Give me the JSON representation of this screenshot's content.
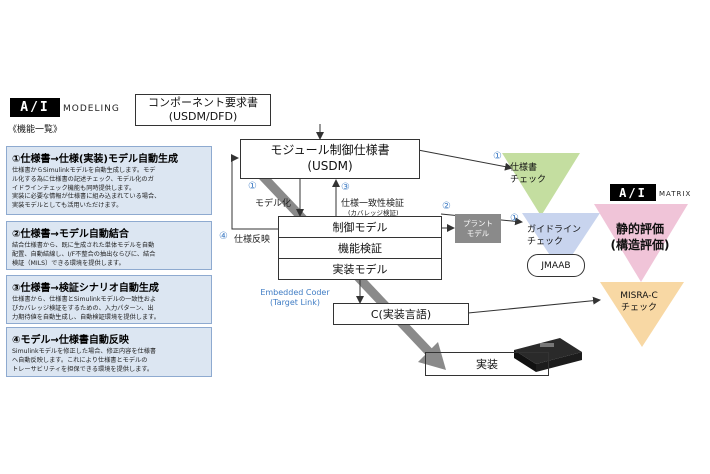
{
  "left": {
    "logo": "A/I",
    "modeling_caption": "Modeling",
    "subtitle": "《機能一覧》",
    "panels": [
      {
        "title": "①仕様書→仕様(実装)モデル自動生成",
        "lines": [
          "仕様書からSimulinkモデルを自動生成します。モデ",
          "ル化する為に仕様書の記述チェック、モデル化のガ",
          "イドラインチェック機能も同時提供します。",
          "実装に必要な情報が仕様書に組み込まれている場合、",
          "実装モデルとしても活用いただけます。"
        ]
      },
      {
        "title": "②仕様書→モデル自動結合",
        "lines": [
          "結合仕様書から、既に生成された単体モデルを自動",
          "配置、自動結線し、I/F不整合の抽出ならびに、結合",
          "検証（MILS）できる環境を提供します。"
        ]
      },
      {
        "title": "③仕様書→検証シナリオ自動生成",
        "lines": [
          "仕様書から、仕様書とSimulinkモデルの一致性およ",
          "びカバレッジ検証をするための、入力パターン、出",
          "力期待値を自動生成し、自動検証環境を提供します。"
        ]
      },
      {
        "title": "④モデル→仕様書自動反映",
        "lines": [
          "Simulinkモデルを修正した場合、修正内容を仕様書",
          "へ自動反映します。これにより仕様書とモデルの",
          "トレーサビリティを担保できる環境を提供します。"
        ]
      }
    ]
  },
  "flow": {
    "component_req": [
      "コンポーネント要求書",
      "(USDM/DFD)"
    ],
    "module_spec": [
      "モジュール制御仕様書",
      "(USDM)"
    ],
    "n1": "①",
    "modeling_label": "モデル化",
    "n3": "③",
    "consistency_label": "仕様一致性検証",
    "coverage_label": "(カバレッジ検証)",
    "n4": "④",
    "spec_reflect_label": "仕様反映",
    "control_model": "制御モデル",
    "function_verify": "機能検証",
    "impl_model": "実装モデル",
    "embedded_coder": [
      "Embedded Coder",
      "(Target Link)"
    ],
    "c_lang": "C(実装言語)",
    "implementation": "実装",
    "n2": "②",
    "plant_model": [
      "プラント",
      "モデル"
    ]
  },
  "right": {
    "n1a": "①",
    "spec_check": [
      "仕様書",
      "チェック"
    ],
    "n1b": "①",
    "guideline_check": [
      "ガイドライン",
      "チェック"
    ],
    "jmaab": "JMAAB",
    "logo": "A/I",
    "matrix_caption": "Matrix",
    "static_eval": [
      "静的評価",
      "(構造評価)"
    ],
    "misra_check": [
      "MISRA-C",
      "チェック"
    ]
  },
  "colors": {
    "panel_bg": "#dce6f2",
    "panel_border": "#8eaad0",
    "accent_blue": "#3f7cc4",
    "green_tri": "#c4dea0",
    "blue_tri": "#c8d4ee",
    "pink_tri": "#f0c4d8",
    "orange_tri": "#f8d8a4"
  }
}
